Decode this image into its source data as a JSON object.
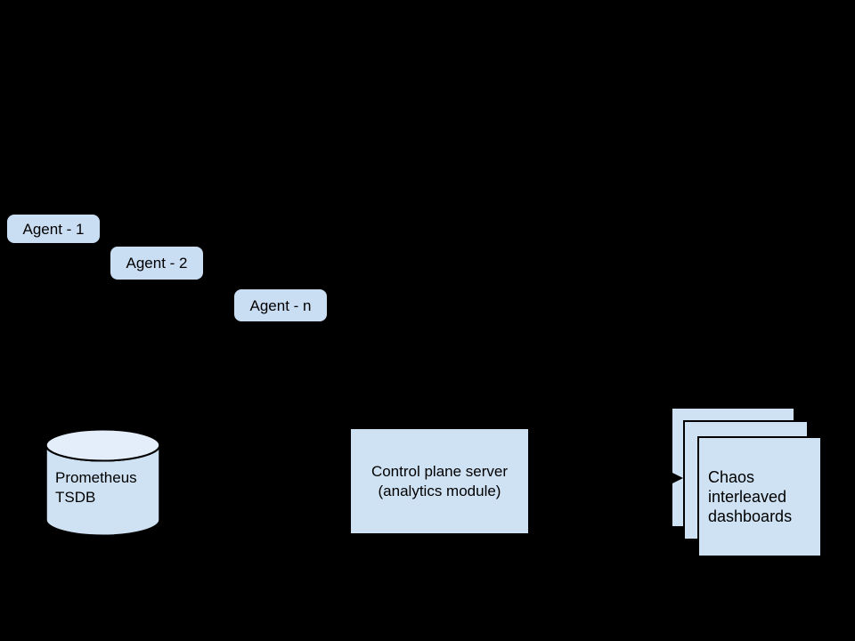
{
  "diagram": {
    "agents": [
      {
        "label": "Agent - 1"
      },
      {
        "label": "Agent - 2"
      },
      {
        "label": "Agent - n"
      }
    ],
    "prometheus": {
      "lines": [
        "Prometheus",
        "TSDB"
      ]
    },
    "control_plane": {
      "lines": [
        "Control plane server",
        "(analytics module)"
      ]
    },
    "dashboards": {
      "lines": [
        "Chaos",
        "interleaved",
        "dashboards"
      ]
    },
    "colors": {
      "background": "#000000",
      "agent_fill": "#c9ddf3",
      "shape_fill": "#cfe2f3",
      "cylinder_top_fill": "#e4eefa",
      "outline": "#000000",
      "text": "#000000"
    }
  }
}
